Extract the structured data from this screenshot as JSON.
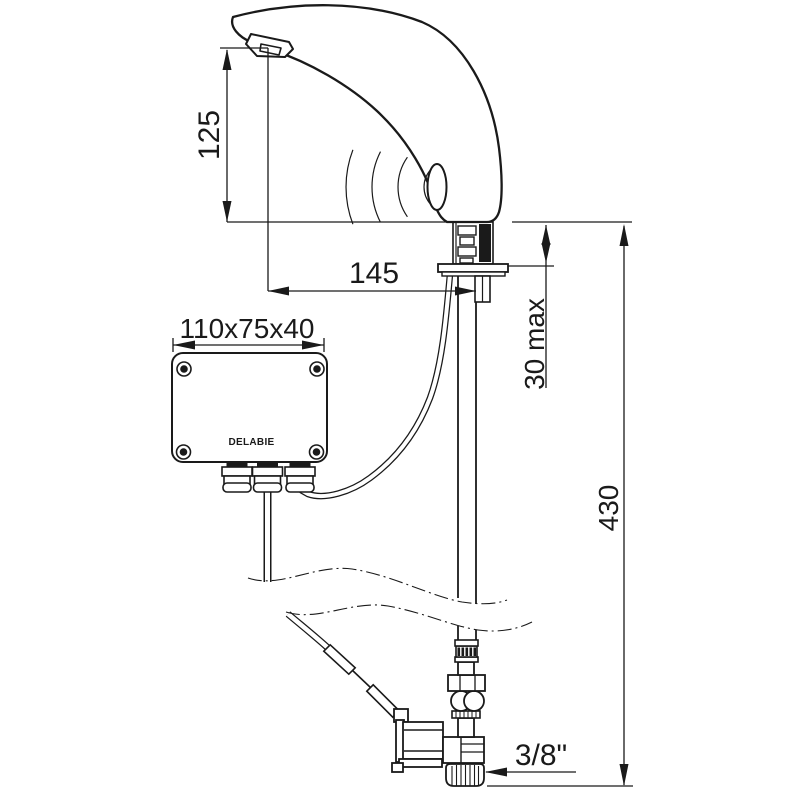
{
  "drawing": {
    "type": "technical-dimension-drawing",
    "subject": "electronic sensor basin tap with control box and 3/8 inch connection",
    "brand_label": "DELABIE",
    "labels": {
      "spout_height": "125",
      "spout_reach": "145",
      "deck_thickness": "30 max",
      "supply_length": "430",
      "control_box_size": "110x75x40",
      "connection_size": "3/8\""
    },
    "colors": {
      "line": "#1a1a1a",
      "background": "#ffffff"
    }
  }
}
